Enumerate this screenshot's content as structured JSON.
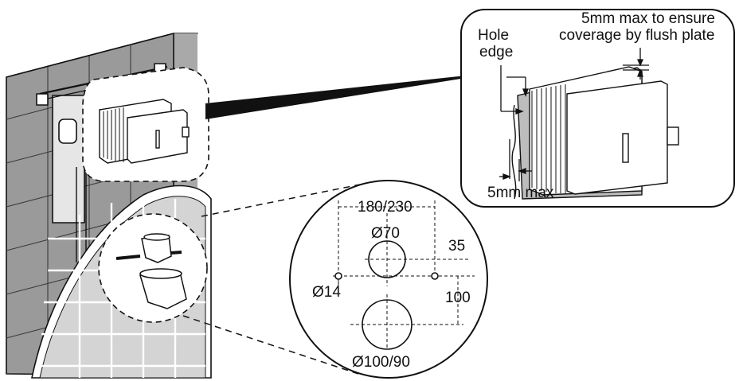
{
  "labels": {
    "max_flush_plate": "5mm max to ensure",
    "max_flush_plate_2": "coverage by flush plate",
    "hole_edge_1": "Hole",
    "hole_edge_2": "edge",
    "max_depth": "5mm max",
    "spacing": "180/230",
    "small_hole_dia": "Ø70",
    "offset": "35",
    "pipe_dia": "Ø14",
    "vertical_gap": "100",
    "large_hole_dia": "Ø100/90"
  },
  "colors": {
    "ink": "#111111",
    "wall_dark": "#8c8c8c",
    "wall_light": "#d9d9d9",
    "panel_gray": "#bdbdbd"
  }
}
